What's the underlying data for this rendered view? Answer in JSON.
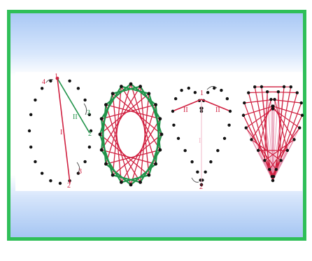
{
  "colors": {
    "frame_border": "#2fbf58",
    "sky_top": "#a9c8f5",
    "strip": "#ffffff",
    "red_thread": "#d02040",
    "green_thread": "#21934a",
    "pink_thread": "#e58aa8",
    "dot": "#111111"
  },
  "figures": [
    {
      "id": "circle-instructions",
      "labels": {
        "p1": "1",
        "p2": "2",
        "p3": "3",
        "p4": "4",
        "pg2": "2",
        "pg3": "3",
        "line1": "I",
        "line2": "II"
      }
    },
    {
      "id": "circle-star-pattern"
    },
    {
      "id": "heart-instructions",
      "labels": {
        "line_left": "II",
        "line_right": "II",
        "top": "1",
        "bottom": "2",
        "mid": "I"
      }
    },
    {
      "id": "heart-fan-pattern"
    }
  ]
}
